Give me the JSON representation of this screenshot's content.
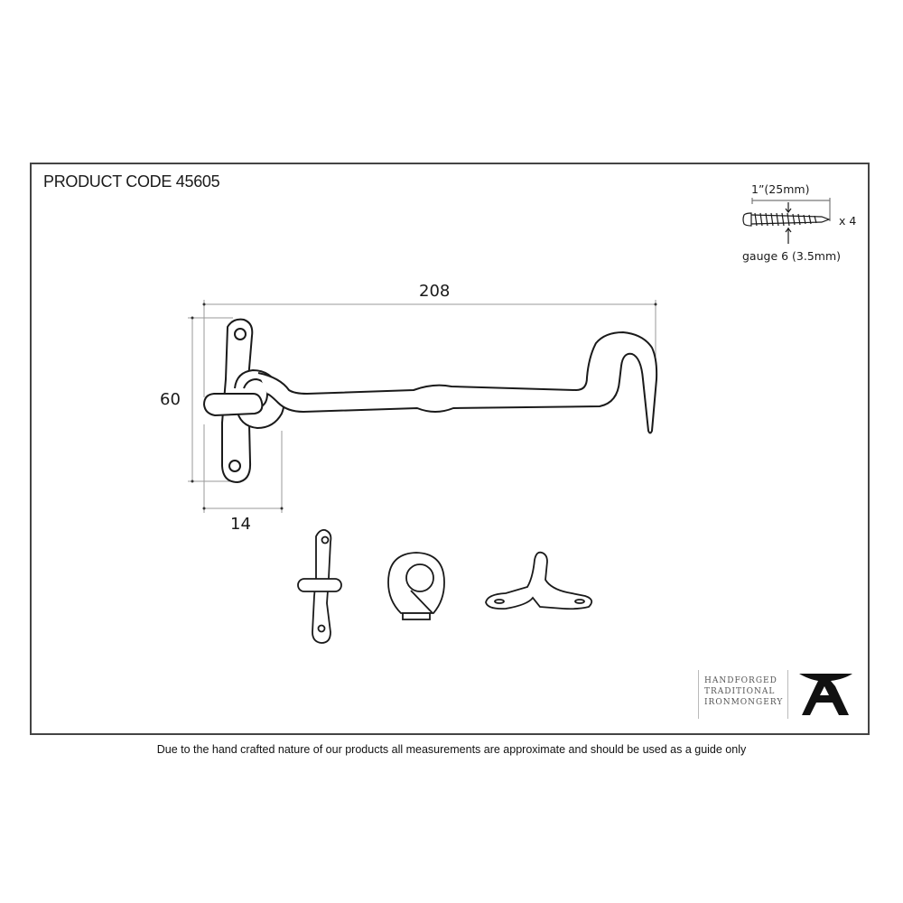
{
  "header": {
    "title": "PRODUCT CODE 45605"
  },
  "dimensions": {
    "length": "208",
    "height": "60",
    "depth": "14"
  },
  "screws": {
    "length_label": "1”(25mm)",
    "gauge_label": "gauge 6 (3.5mm)",
    "quantity_label": "x 4"
  },
  "views": [
    {
      "name": "hook-and-eye-front-view"
    },
    {
      "name": "staple-side-view"
    },
    {
      "name": "eye-end-view"
    },
    {
      "name": "staple-top-view"
    }
  ],
  "brand": {
    "line1": "HANDFORGED",
    "line2": "TRADITIONAL",
    "line3": "IRONMONGERY",
    "logo_icon": "anvil-icon"
  },
  "footer": {
    "disclaimer": "Due to the hand crafted nature of our products all measurements are approximate and should be used as a guide only"
  },
  "colors": {
    "line": "#1a1a1a",
    "dimension_line": "#9a9a9a",
    "frame": "#444444"
  }
}
